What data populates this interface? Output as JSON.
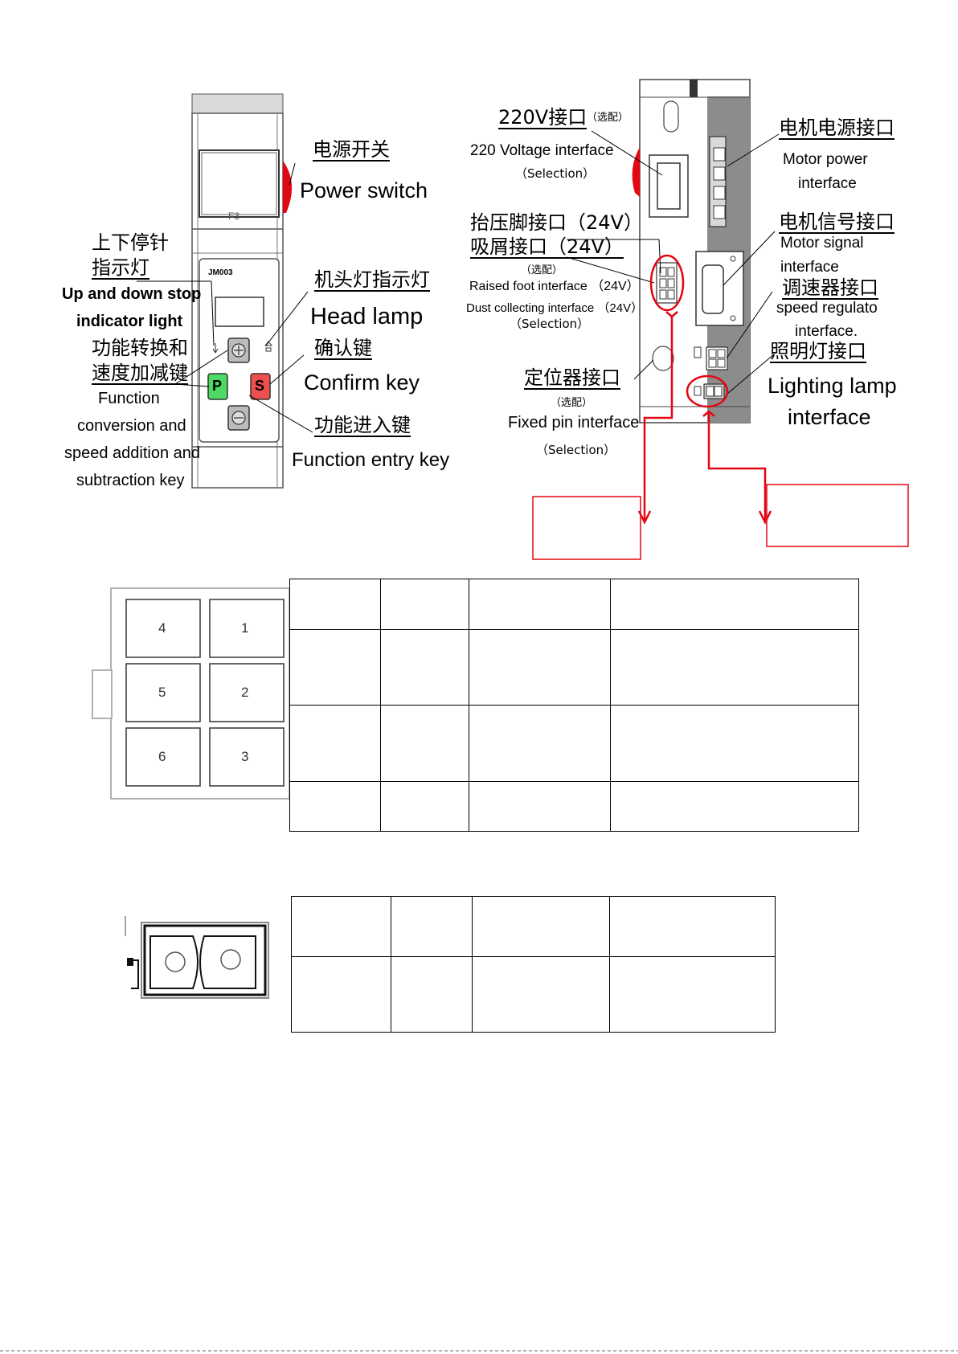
{
  "colors": {
    "accent_red": "#e30613",
    "panel_gray": "#d9d9d9",
    "device_gray": "#8c8c8c",
    "key_green": "#4cd964",
    "key_red": "#ef4e4e"
  },
  "control_panel": {
    "display_text": "F3",
    "model_label": "JM003",
    "key_p": "P",
    "key_s": "S",
    "power_switch_cn": "电源开关",
    "power_switch_en": "Power switch",
    "stop_indicator_cn_1": "上下停针",
    "stop_indicator_cn_2": "指示灯",
    "stop_indicator_en_1": "Up and down stop",
    "stop_indicator_en_2": "indicator light",
    "function_cn_1": "功能转换和",
    "function_cn_2": "速度加减键",
    "function_en_1": "Function",
    "function_en_2": "conversion and",
    "function_en_3": "speed addition and",
    "function_en_4": "subtraction key",
    "head_lamp_cn": "机头灯指示灯",
    "head_lamp_en": "Head lamp",
    "confirm_cn": "确认键",
    "confirm_en": "Confirm key",
    "function_entry_cn": "功能进入键",
    "function_entry_en": "Function entry key"
  },
  "controller_box": {
    "v220_cn": "220V接口",
    "v220_opt": "（选配）",
    "v220_en": "220 Voltage  interface",
    "v220_sel": "（Selection）",
    "motor_power_cn": "电机电源接口",
    "motor_power_en_1": "Motor power",
    "motor_power_en_2": "interface",
    "raised_foot_cn": "抬压脚接口（24V）",
    "dust_cn": "吸屑接口（24V）",
    "raised_opt": "（选配）",
    "raised_foot_en": "Raised foot interface （24V）",
    "dust_en": "Dust collecting interface （24V）",
    "dust_sel": "（Selection）",
    "motor_signal_cn": "电机信号接口",
    "motor_signal_en_1": "Motor signal",
    "motor_signal_en_2": "interface",
    "speed_reg_cn": "调速器接口",
    "speed_reg_en_1": "speed regulato",
    "speed_reg_en_2": "interface.",
    "locator_cn": "定位器接口",
    "locator_opt": "（选配）",
    "locator_en": "Fixed pin interface",
    "locator_sel": "（Selection）",
    "lighting_cn": "照明灯接口",
    "lighting_en_1": "Lighting lamp",
    "lighting_en_2": "interface"
  },
  "connector_6pin": {
    "pins": [
      "4",
      "1",
      "5",
      "2",
      "6",
      "3"
    ]
  },
  "table_6pin": {
    "rows": [
      [
        "",
        "",
        "",
        ""
      ],
      [
        "",
        "",
        "",
        ""
      ],
      [
        "",
        "",
        "",
        ""
      ],
      [
        "",
        "",
        "",
        ""
      ]
    ]
  },
  "table_2pin": {
    "rows": [
      [
        "",
        "",
        "",
        ""
      ],
      [
        "",
        "",
        "",
        ""
      ]
    ]
  }
}
